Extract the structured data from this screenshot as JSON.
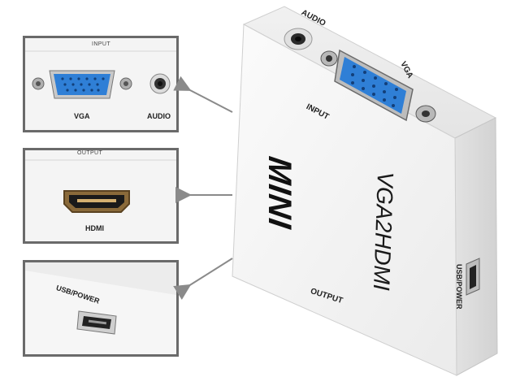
{
  "insets": [
    {
      "name": "input",
      "header": "INPUT",
      "ports": [
        {
          "label": "VGA"
        },
        {
          "label": "AUDIO"
        }
      ]
    },
    {
      "name": "output",
      "header": "OUTPUT",
      "ports": [
        {
          "label": "HDMI"
        }
      ]
    },
    {
      "name": "power",
      "header": "",
      "ports": [
        {
          "label": "USB/POWER"
        }
      ]
    }
  ],
  "device": {
    "brand": "MINI",
    "model": "VGA2HDMI",
    "top_audio_label": "AUDIO",
    "top_vga_label": "VGA",
    "input_label": "INPUT",
    "output_label": "OUTPUT",
    "side_usb_label": "USB/POWER"
  },
  "colors": {
    "vga_port_blue": "#2f7fd6",
    "body_white": "#f5f5f5",
    "frame_gray": "#6a6a6a"
  }
}
